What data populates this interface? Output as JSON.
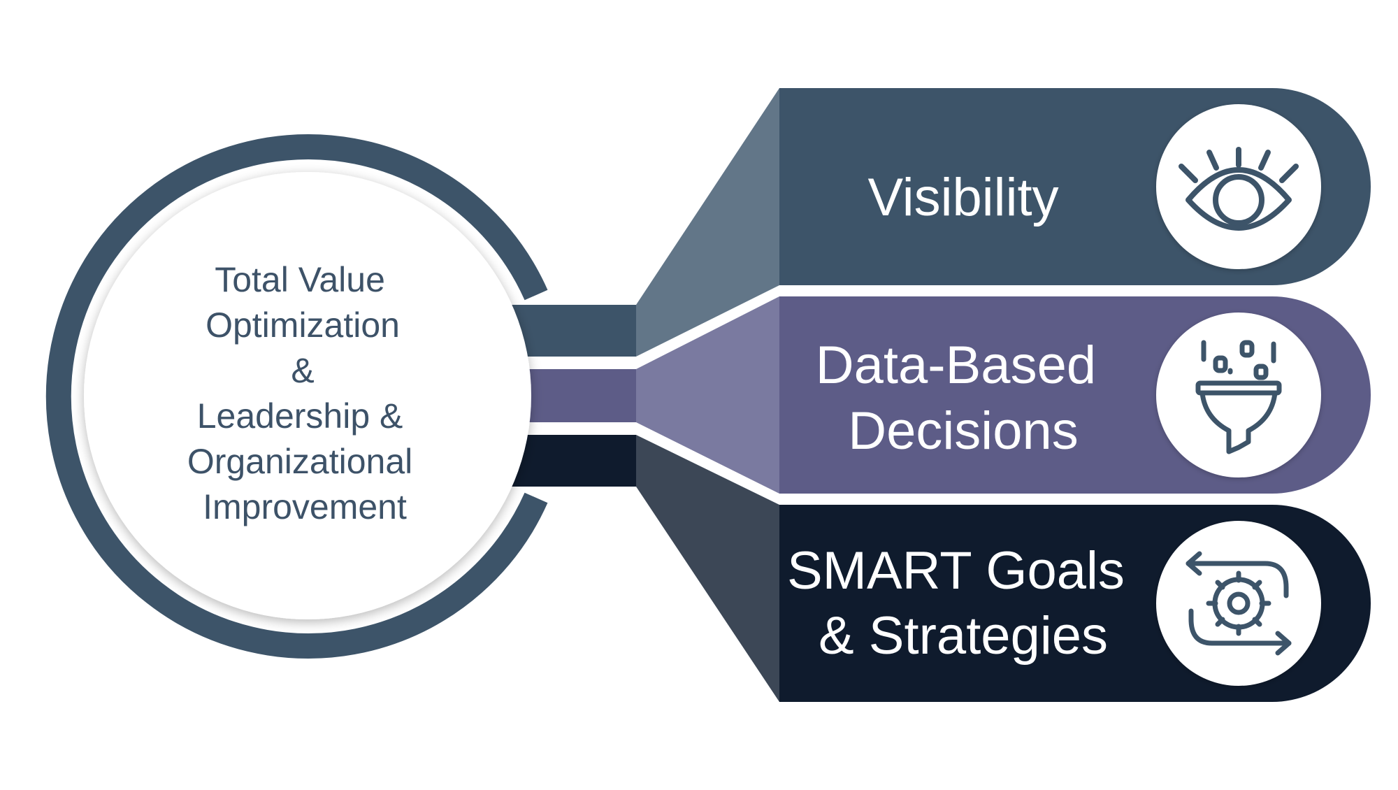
{
  "colors": {
    "visibility": "#3d5469",
    "data_based": "#5d5c87",
    "smart": "#0f1b2d",
    "hub_ring": "#3d5469",
    "hub_text": "#3d5268",
    "icon_stroke": "#3d5469",
    "connector_visibility": "#627688",
    "connector_data_based": "#7a7aa0",
    "connector_smart": "#3c4756"
  },
  "hub": {
    "lines": [
      "Total Value",
      "Optimization",
      "&",
      "Leadership &",
      "Organizational",
      "Improvement"
    ]
  },
  "bands": [
    {
      "id": "visibility",
      "lines": [
        "Visibility"
      ],
      "icon": "eye-icon"
    },
    {
      "id": "data_based",
      "lines": [
        "Data-Based",
        "Decisions"
      ],
      "icon": "funnel-icon"
    },
    {
      "id": "smart",
      "lines": [
        "SMART Goals",
        "& Strategies"
      ],
      "icon": "gear-cycle-icon"
    }
  ]
}
